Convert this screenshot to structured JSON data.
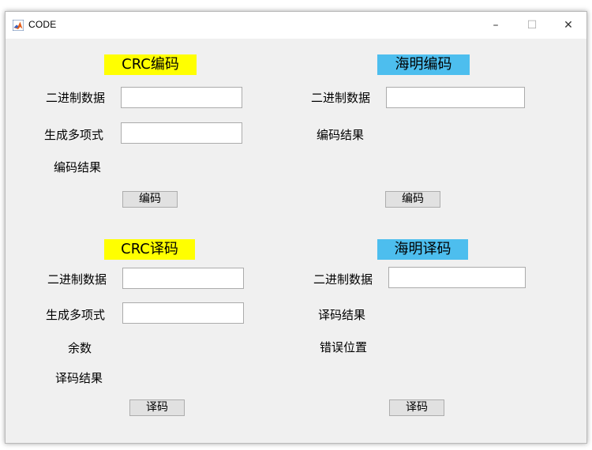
{
  "window": {
    "title": "CODE",
    "icon": "matlab-icon",
    "controls": {
      "minimize": "–",
      "maximize": "☐",
      "close": "✕"
    }
  },
  "crc_encode": {
    "heading": "CRC编码",
    "binary_label": "二进制数据",
    "binary_value": "",
    "poly_label": "生成多项式",
    "poly_value": "",
    "result_label": "编码结果",
    "button_label": "编码"
  },
  "hamming_encode": {
    "heading": "海明编码",
    "binary_label": "二进制数据",
    "binary_value": "",
    "result_label": "编码结果",
    "button_label": "编码"
  },
  "crc_decode": {
    "heading": "CRC译码",
    "binary_label": "二进制数据",
    "binary_value": "",
    "poly_label": "生成多项式",
    "poly_value": "",
    "remainder_label": "余数",
    "result_label": "译码结果",
    "button_label": "译码"
  },
  "hamming_decode": {
    "heading": "海明译码",
    "binary_label": "二进制数据",
    "binary_value": "",
    "result_label": "译码结果",
    "error_pos_label": "错误位置",
    "button_label": "译码"
  },
  "colors": {
    "crc_heading_bg": "#ffff00",
    "hamming_heading_bg": "#4dbeee",
    "panel_bg": "#f0f0f0"
  }
}
